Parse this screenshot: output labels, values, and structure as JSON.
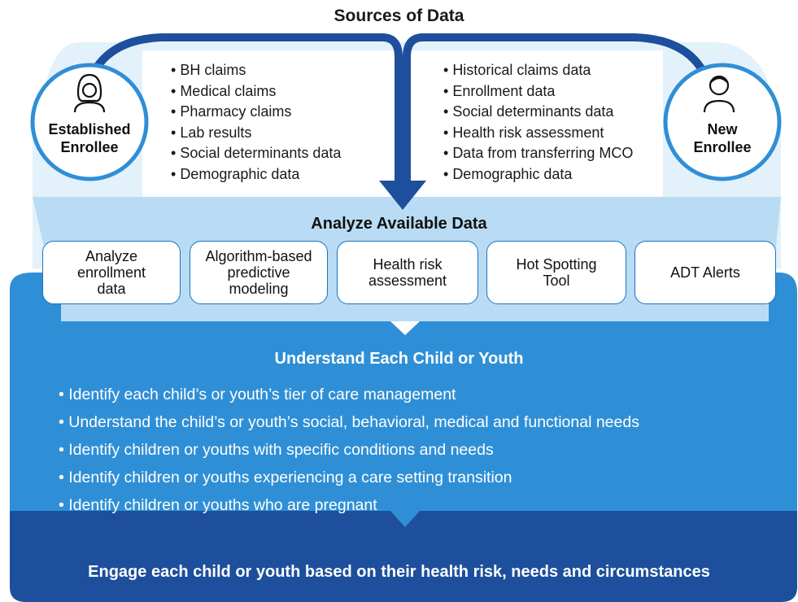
{
  "title": "Sources of Data",
  "established": {
    "label_line1": "Established",
    "label_line2": "Enrollee",
    "icon": "person-female-icon"
  },
  "new_enrollee": {
    "label_line1": "New",
    "label_line2": "Enrollee",
    "icon": "person-male-icon"
  },
  "established_sources": [
    "BH claims",
    "Medical claims",
    "Pharmacy claims",
    "Lab results",
    "Social determinants data",
    "Demographic data"
  ],
  "new_sources": [
    "Historical claims data",
    "Enrollment data",
    "Social determinants data",
    "Health risk assessment",
    "Data from transferring MCO",
    "Demographic data"
  ],
  "analyze": {
    "title": "Analyze Available Data",
    "boxes": [
      [
        "Analyze",
        "enrollment",
        "data"
      ],
      [
        "Algorithm-based",
        "predictive",
        "modeling"
      ],
      [
        "Health risk",
        "assessment"
      ],
      [
        "Hot Spotting",
        "Tool"
      ],
      [
        "ADT Alerts"
      ]
    ]
  },
  "understand": {
    "title": "Understand Each Child or Youth",
    "items": [
      "Identify each child’s or youth’s tier of care management",
      "Understand the child’s or youth’s social, behavioral, medical and functional needs",
      "Identify children or youths with specific conditions and needs",
      "Identify children or youths experiencing a care setting transition",
      "Identify children or youths who are pregnant"
    ]
  },
  "engage": "Engage each child or youth based on their health risk, needs and circumstances",
  "colors": {
    "dark_blue": "#1d4f9c",
    "mid_blue": "#2f8fd6",
    "pale_blue": "#d8ecfa",
    "light_blue": "#b4dbf4",
    "line_blue": "#1a73c2"
  }
}
